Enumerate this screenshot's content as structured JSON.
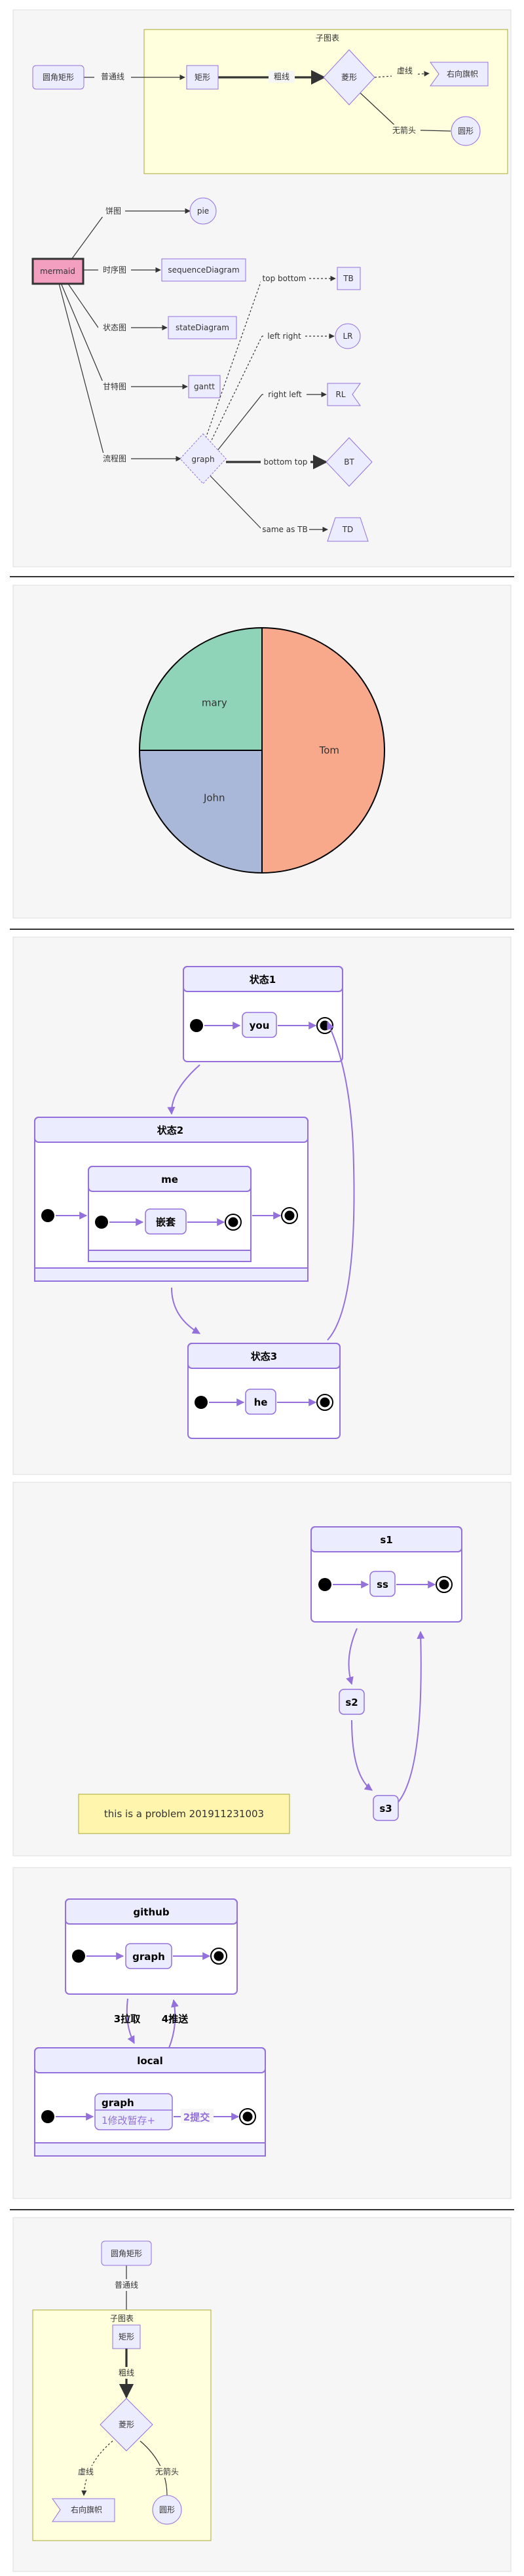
{
  "flow1": {
    "cluster_title": "子图表",
    "nodes": {
      "a": "圆角矩形",
      "b": "矩形",
      "c": "菱形",
      "d": "右向旗帜",
      "e": "圆形"
    },
    "edges": {
      "ab": "普通线",
      "bc": "粗线",
      "cd": "虚线",
      "ce": "无箭头"
    }
  },
  "flow2": {
    "root": "mermaid",
    "targets": {
      "pie": "pie",
      "seq": "sequenceDiagram",
      "state": "stateDiagram",
      "gantt": "gantt",
      "graph": "graph"
    },
    "root_edges": {
      "pie": "饼图",
      "seq": "时序图",
      "state": "状态图",
      "gantt": "甘特图",
      "graph": "流程图"
    },
    "dirs": {
      "tb": "TB",
      "lr": "LR",
      "rl": "RL",
      "bt": "BT",
      "td": "TD"
    },
    "dir_edges": {
      "tb": "top bottom",
      "lr": "left right",
      "rl": "right left",
      "bt": "bottom top",
      "td": "same as TB"
    }
  },
  "chart_data": {
    "type": "pie",
    "title": "",
    "slices": [
      {
        "label": "Tom",
        "value": 50,
        "color": "#f9a98b"
      },
      {
        "label": "John",
        "value": 25,
        "color": "#a9b8d9"
      },
      {
        "label": "mary",
        "value": 25,
        "color": "#8fd3b8"
      }
    ]
  },
  "state1": {
    "s1": "状态1",
    "s1_inner": "you",
    "s2": "状态2",
    "me": "me",
    "nested": "嵌套",
    "s3": "状态3",
    "s3_inner": "he"
  },
  "state2": {
    "s1": "s1",
    "inner": "ss",
    "s2": "s2",
    "s3": "s3",
    "note": "this is a problem 201911231003"
  },
  "state3": {
    "github": "github",
    "graph": "graph",
    "pull": "3拉取",
    "push": "4推送",
    "local": "local",
    "local_graph": "graph",
    "modify": "1修改暂存+",
    "commit": "2提交"
  },
  "flow3": {
    "cluster_title": "子图表",
    "nodes": {
      "a": "圆角矩形",
      "b": "矩形",
      "c": "菱形",
      "d": "右向旗帜",
      "e": "圆形"
    },
    "edges": {
      "ab": "普通线",
      "bc": "粗线",
      "cd": "虚线",
      "ce": "无箭头"
    }
  }
}
